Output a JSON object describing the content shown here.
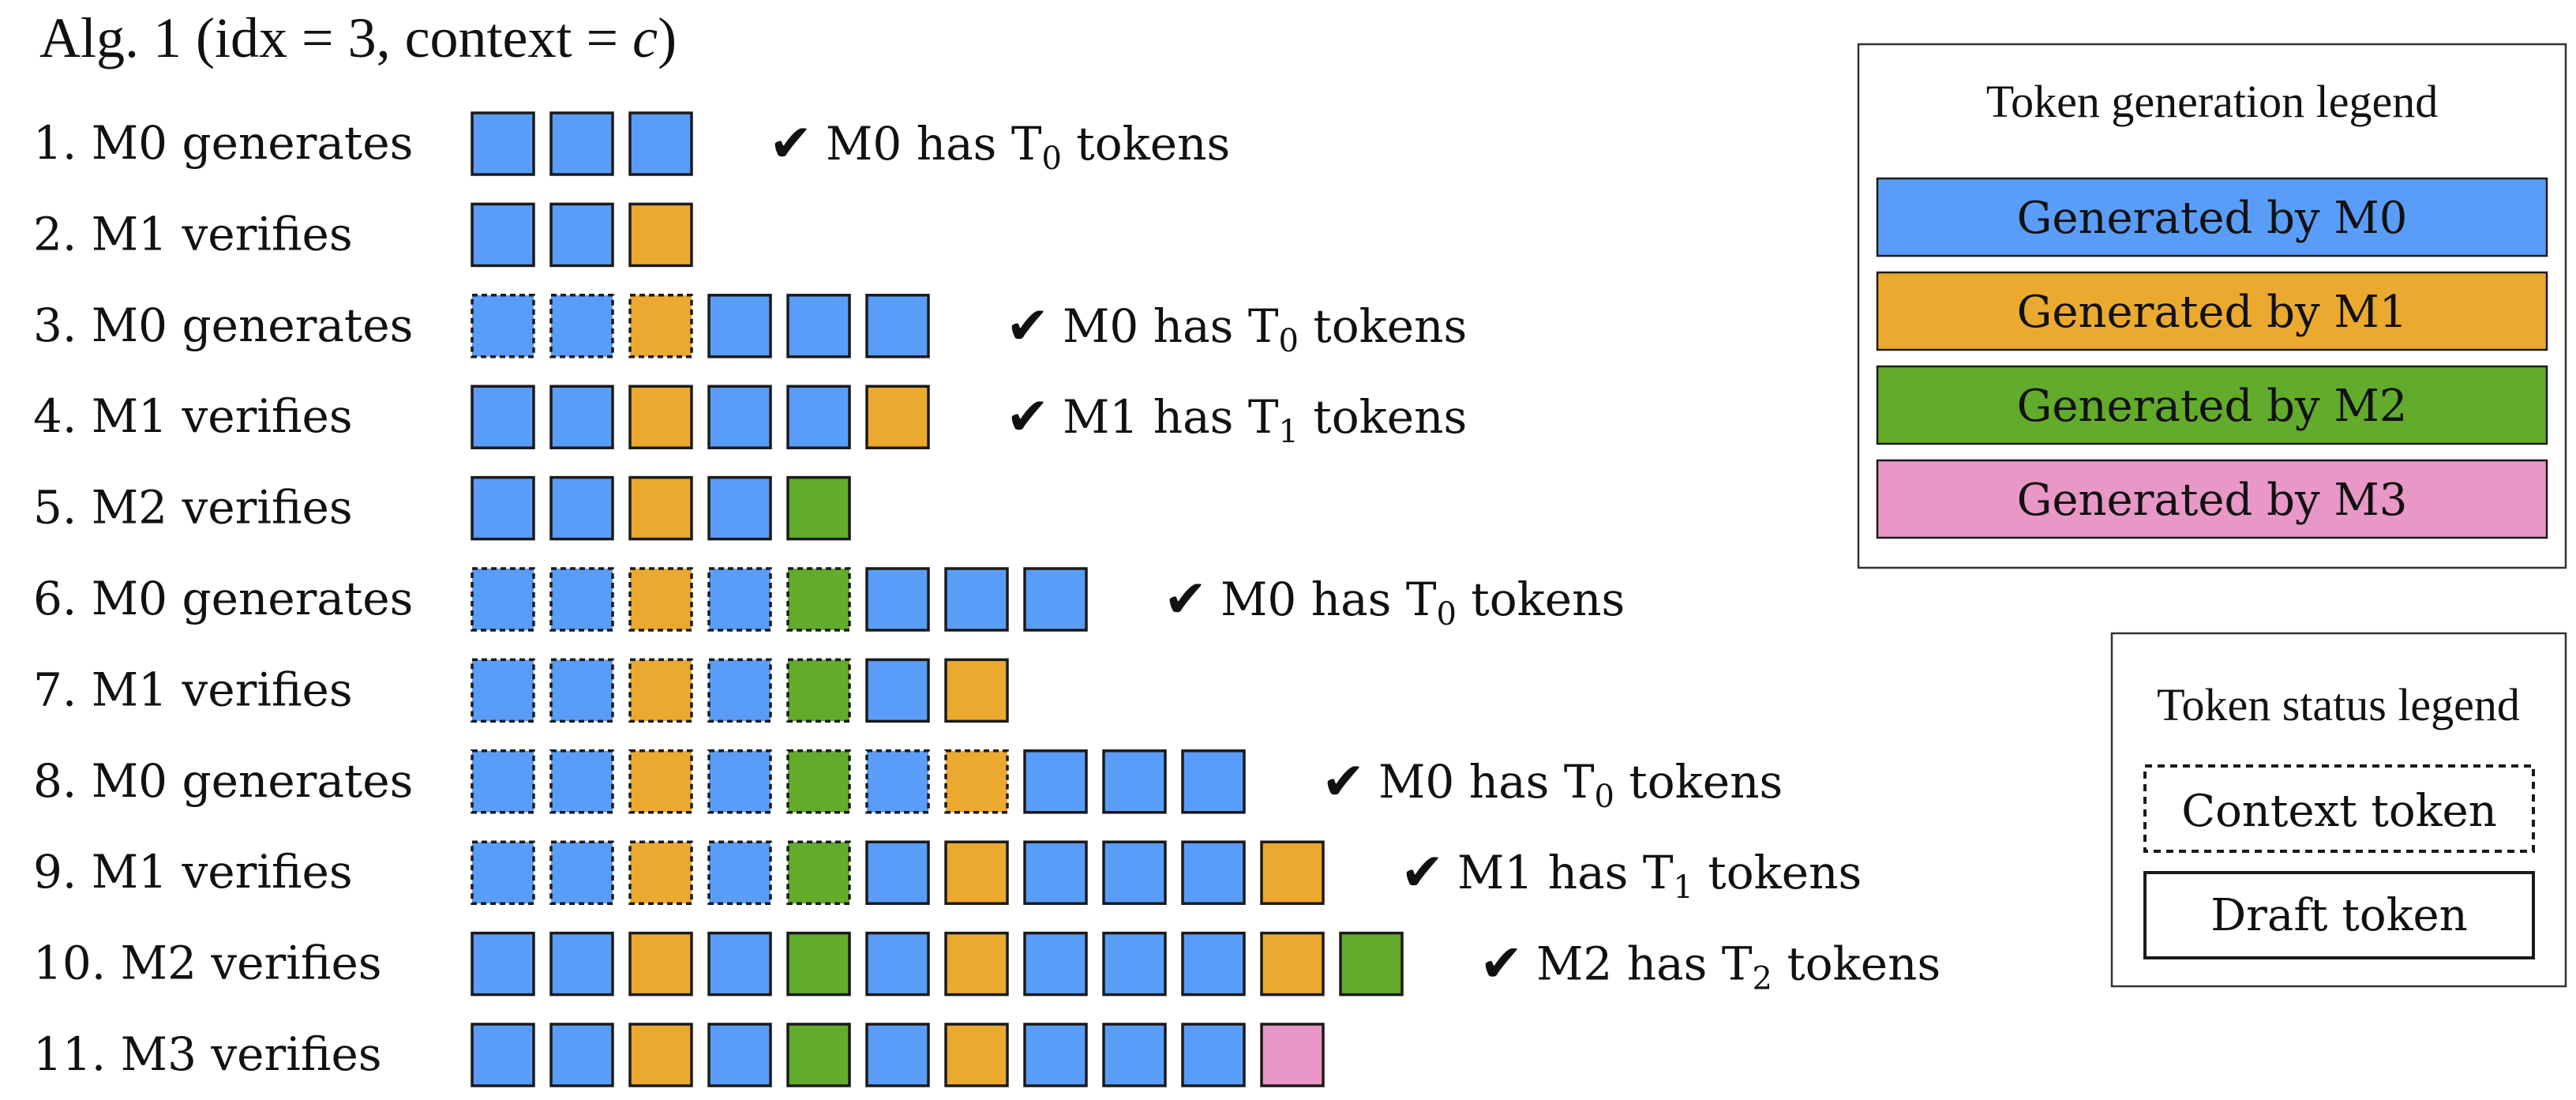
{
  "title_prefix": "Alg. 1 (idx = 3, context = ",
  "title_var": "c",
  "title_suffix": ")",
  "colors": {
    "M0": "#5a9df8",
    "M1": "#ebaa2f",
    "M2": "#62ab2b",
    "M3": "#e897c7",
    "stroke": "#1a1a1a"
  },
  "rows": [
    {
      "label": "1. M0 generates",
      "tokens": [
        [
          "M0",
          "d"
        ],
        [
          "M0",
          "d"
        ],
        [
          "M0",
          "d"
        ]
      ],
      "note": {
        "text": "M0 has T",
        "sub": "0",
        "suffix": " tokens"
      }
    },
    {
      "label": "2. M1 verifies",
      "tokens": [
        [
          "M0",
          "d"
        ],
        [
          "M0",
          "d"
        ],
        [
          "M1",
          "d"
        ]
      ],
      "note": null
    },
    {
      "label": "3. M0 generates",
      "tokens": [
        [
          "M0",
          "c"
        ],
        [
          "M0",
          "c"
        ],
        [
          "M1",
          "c"
        ],
        [
          "M0",
          "d"
        ],
        [
          "M0",
          "d"
        ],
        [
          "M0",
          "d"
        ]
      ],
      "note": {
        "text": "M0 has T",
        "sub": "0",
        "suffix": " tokens"
      }
    },
    {
      "label": "4. M1 verifies",
      "tokens": [
        [
          "M0",
          "d"
        ],
        [
          "M0",
          "d"
        ],
        [
          "M1",
          "d"
        ],
        [
          "M0",
          "d"
        ],
        [
          "M0",
          "d"
        ],
        [
          "M1",
          "d"
        ]
      ],
      "note": {
        "text": "M1 has T",
        "sub": "1",
        "suffix": " tokens"
      }
    },
    {
      "label": "5. M2 verifies",
      "tokens": [
        [
          "M0",
          "d"
        ],
        [
          "M0",
          "d"
        ],
        [
          "M1",
          "d"
        ],
        [
          "M0",
          "d"
        ],
        [
          "M2",
          "d"
        ]
      ],
      "note": null
    },
    {
      "label": "6. M0 generates",
      "tokens": [
        [
          "M0",
          "c"
        ],
        [
          "M0",
          "c"
        ],
        [
          "M1",
          "c"
        ],
        [
          "M0",
          "c"
        ],
        [
          "M2",
          "c"
        ],
        [
          "M0",
          "d"
        ],
        [
          "M0",
          "d"
        ],
        [
          "M0",
          "d"
        ]
      ],
      "note": {
        "text": "M0 has T",
        "sub": "0",
        "suffix": " tokens"
      }
    },
    {
      "label": "7. M1 verifies",
      "tokens": [
        [
          "M0",
          "c"
        ],
        [
          "M0",
          "c"
        ],
        [
          "M1",
          "c"
        ],
        [
          "M0",
          "c"
        ],
        [
          "M2",
          "c"
        ],
        [
          "M0",
          "d"
        ],
        [
          "M1",
          "d"
        ]
      ],
      "note": null
    },
    {
      "label": "8. M0 generates",
      "tokens": [
        [
          "M0",
          "c"
        ],
        [
          "M0",
          "c"
        ],
        [
          "M1",
          "c"
        ],
        [
          "M0",
          "c"
        ],
        [
          "M2",
          "c"
        ],
        [
          "M0",
          "c"
        ],
        [
          "M1",
          "c"
        ],
        [
          "M0",
          "d"
        ],
        [
          "M0",
          "d"
        ],
        [
          "M0",
          "d"
        ]
      ],
      "note": {
        "text": "M0 has T",
        "sub": "0",
        "suffix": " tokens"
      }
    },
    {
      "label": "9. M1 verifies",
      "tokens": [
        [
          "M0",
          "c"
        ],
        [
          "M0",
          "c"
        ],
        [
          "M1",
          "c"
        ],
        [
          "M0",
          "c"
        ],
        [
          "M2",
          "c"
        ],
        [
          "M0",
          "d"
        ],
        [
          "M1",
          "d"
        ],
        [
          "M0",
          "d"
        ],
        [
          "M0",
          "d"
        ],
        [
          "M0",
          "d"
        ],
        [
          "M1",
          "d"
        ]
      ],
      "note": {
        "text": "M1 has T",
        "sub": "1",
        "suffix": " tokens"
      }
    },
    {
      "label": "10. M2 verifies",
      "tokens": [
        [
          "M0",
          "d"
        ],
        [
          "M0",
          "d"
        ],
        [
          "M1",
          "d"
        ],
        [
          "M0",
          "d"
        ],
        [
          "M2",
          "d"
        ],
        [
          "M0",
          "d"
        ],
        [
          "M1",
          "d"
        ],
        [
          "M0",
          "d"
        ],
        [
          "M0",
          "d"
        ],
        [
          "M0",
          "d"
        ],
        [
          "M1",
          "d"
        ],
        [
          "M2",
          "d"
        ]
      ],
      "note": {
        "text": "M2 has T",
        "sub": "2",
        "suffix": " tokens"
      }
    },
    {
      "label": "11. M3 verifies",
      "tokens": [
        [
          "M0",
          "d"
        ],
        [
          "M0",
          "d"
        ],
        [
          "M1",
          "d"
        ],
        [
          "M0",
          "d"
        ],
        [
          "M2",
          "d"
        ],
        [
          "M0",
          "d"
        ],
        [
          "M1",
          "d"
        ],
        [
          "M0",
          "d"
        ],
        [
          "M0",
          "d"
        ],
        [
          "M0",
          "d"
        ],
        [
          "M3",
          "d"
        ]
      ],
      "note": null
    }
  ],
  "check_glyph": "✔",
  "legend_generation": {
    "title": "Token generation legend",
    "items": [
      {
        "key": "M0",
        "label": "Generated by M0"
      },
      {
        "key": "M1",
        "label": "Generated by M1"
      },
      {
        "key": "M2",
        "label": "Generated by M2"
      },
      {
        "key": "M3",
        "label": "Generated by M3"
      }
    ]
  },
  "legend_status": {
    "title": "Token status legend",
    "context_label": "Context token",
    "draft_label": "Draft token"
  }
}
